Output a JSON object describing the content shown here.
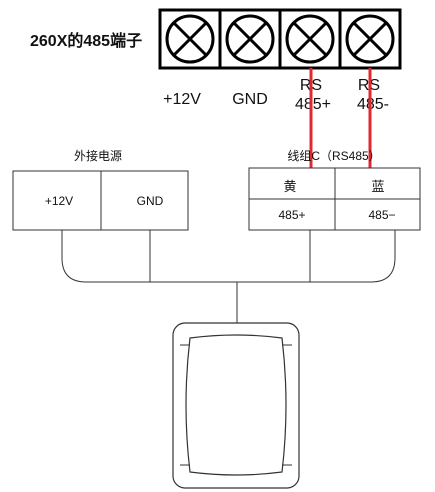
{
  "controller": {
    "title": "260X的485端子",
    "terminal_count": 4,
    "terminal_labels": [
      "+12V",
      "GND",
      "RS 485+",
      "RS 485-"
    ],
    "terminal_label_lines": [
      [
        "+12V"
      ],
      [
        "GND"
      ],
      [
        "RS",
        "485+"
      ],
      [
        "RS",
        "485-"
      ]
    ]
  },
  "power_group": {
    "title": "外接电源",
    "cells": [
      "+12V",
      "GND"
    ]
  },
  "cable_group": {
    "title": "线组C（RS485）",
    "colors": [
      "黄",
      "蓝"
    ],
    "signals": [
      "485+",
      "485−"
    ]
  },
  "colors": {
    "wire": "#e0282e",
    "line": "#222222",
    "device_stroke": "#333333"
  }
}
